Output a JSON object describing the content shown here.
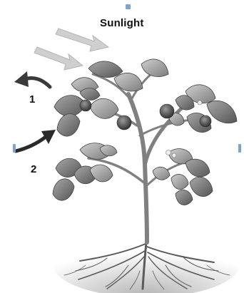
{
  "diagram": {
    "title": "Sunlight",
    "labels": [
      "1",
      "2"
    ]
  },
  "colors": {
    "leaf_dark": "#5f5f5f",
    "leaf_mid": "#8a8a8a",
    "leaf_light": "#b5b5b5",
    "stem": "#7a7a7a",
    "arrow_dark": "#2d2d2d",
    "sun_arrow": "#c8c8c8",
    "roots": "#6a6a6a"
  }
}
